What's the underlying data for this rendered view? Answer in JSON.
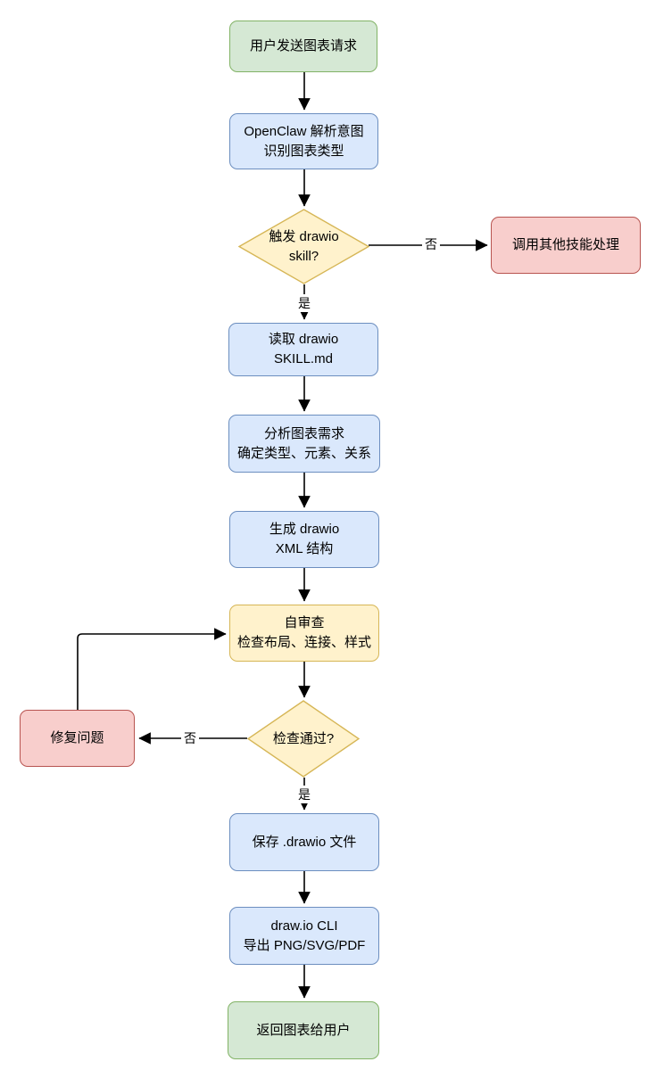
{
  "diagram": {
    "title_hint": "drawio skill flowchart",
    "nodes": {
      "start": {
        "label": "用户发送图表请求"
      },
      "parse": {
        "line1": "OpenClaw 解析意图",
        "line2": "识别图表类型"
      },
      "decision_skill": {
        "line1": "触发 drawio",
        "line2": "skill?"
      },
      "other_skill": {
        "label": "调用其他技能处理"
      },
      "read_skill": {
        "line1": "读取 drawio",
        "line2": "SKILL.md"
      },
      "analyze": {
        "line1": "分析图表需求",
        "line2": "确定类型、元素、关系"
      },
      "generate": {
        "line1": "生成 drawio",
        "line2": "XML 结构"
      },
      "review": {
        "line1": "自审查",
        "line2": "检查布局、连接、样式"
      },
      "decision_check": {
        "label": "检查通过?"
      },
      "fix": {
        "label": "修复问题"
      },
      "save": {
        "label": "保存 .drawio 文件"
      },
      "export": {
        "line1": "draw.io CLI",
        "line2": "导出 PNG/SVG/PDF"
      },
      "end": {
        "label": "返回图表给用户"
      }
    },
    "edge_labels": {
      "yes_skill": "是",
      "no_skill": "否",
      "yes_check": "是",
      "no_check": "否"
    },
    "colors": {
      "green_fill": "#d5e8d4",
      "green_border": "#82b366",
      "blue_fill": "#dae8fc",
      "blue_border": "#6c8ebf",
      "yellow_fill": "#fff2cc",
      "yellow_border": "#d6b656",
      "red_fill": "#f8cecc",
      "red_border": "#b85450",
      "edge_line": "#000000",
      "background": "#ffffff"
    }
  }
}
